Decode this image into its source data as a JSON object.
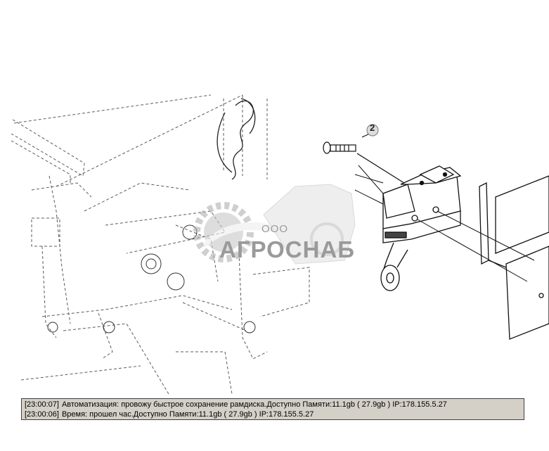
{
  "diagram": {
    "callout": "2"
  },
  "watermark": {
    "org": "ООО",
    "name": "АГРОСНАБ"
  },
  "log": {
    "lines": [
      {
        "time": "[23:00:07]",
        "text": "Автоматизация: провожу быстрое сохранение рамдиска.Доступно Памяти:11.1gb  ( 27.9gb ) IP:178.155.5.27"
      },
      {
        "time": "[23:00:06]",
        "text": "Время: прошел час.Доступно Памяти:11.1gb  ( 27.9gb ) IP:178.155.5.27"
      }
    ]
  },
  "colors": {
    "line": "#1a1a1a",
    "panel_bg": "#d4d0c8",
    "watermark": "#9a9a9a"
  }
}
